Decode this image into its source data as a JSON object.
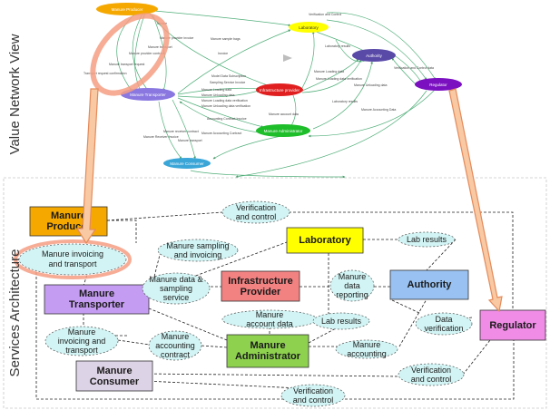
{
  "top_view": {
    "side_label": "Value Network View",
    "nodes": {
      "producer": "Manure Producer",
      "laboratory": "Laboratory",
      "authority": "Authority",
      "infrastructure": "Infrastructure provider",
      "regulator": "Regulator",
      "transporter": "Manure Transporter",
      "administrator": "Manure Administrator",
      "consumer": "Manure Consumer"
    },
    "edge_labels": [
      "Verification and Control",
      "Invoice",
      "Manure provider invoice",
      "Manure transport",
      "Manure provider contract",
      "Manure transport request",
      "Transport request confirmation",
      "Manure sample bags",
      "Invoice",
      "Laboratory results",
      "Model Data Subscription",
      "Sampling Service Invoice",
      "Manure Loading data",
      "Manure Unloading data",
      "Manure Loading data verification",
      "Manure Unloading data verification",
      "Manure Loading data",
      "Manure Loading data verification",
      "Manure Unloading data",
      "Verification and Control data",
      "Laboratory results",
      "Manure account data",
      "Manure Accounting Data",
      "Accounting Contract Invoice",
      "Manure Accounting Contract",
      "Manure receiver contract",
      "Manure Receiver Invoice",
      "Manure transport"
    ]
  },
  "architecture": {
    "side_label": "Services Architecture",
    "boxes": {
      "producer": "Manure Producer",
      "laboratory": "Laboratory",
      "infrastructure": "Infrastructure Provider",
      "authority": "Authority",
      "transporter": "Manure Transporter",
      "regulator": "Regulator",
      "administrator": "Manure Administrator",
      "consumer": "Manure Consumer"
    },
    "services": {
      "verification_top": "Verification and control",
      "invoicing_transport": "Manure invoicing and transport",
      "sampling_invoicing": "Manure sampling and invoicing",
      "lab_results_right": "Lab results",
      "data_sampling": "Manure data & sampling service",
      "data_reporting": "Manure data reporting",
      "account_data": "Manure account data",
      "lab_results_mid": "Lab results",
      "data_verification": "Data verification",
      "invoicing_transport_left": "Manure invoicing and transport",
      "accounting_contract": "Manure accounting contract",
      "accounting": "Manure accounting",
      "verification_right": "Verification and control",
      "verification_bottom": "Verification and control"
    }
  },
  "colors": {
    "producer": "#f5a800",
    "laboratory": "#ffff00",
    "infrastructure": "#f28282",
    "authority": "#99c2f2",
    "transporter": "#c49cf2",
    "regulator": "#f08ce6",
    "administrator": "#8dd14e",
    "consumer": "#ddd3e6",
    "service": "#d2f4f4",
    "highlight": "#f59e82",
    "arrow": "#f8c9a3"
  }
}
